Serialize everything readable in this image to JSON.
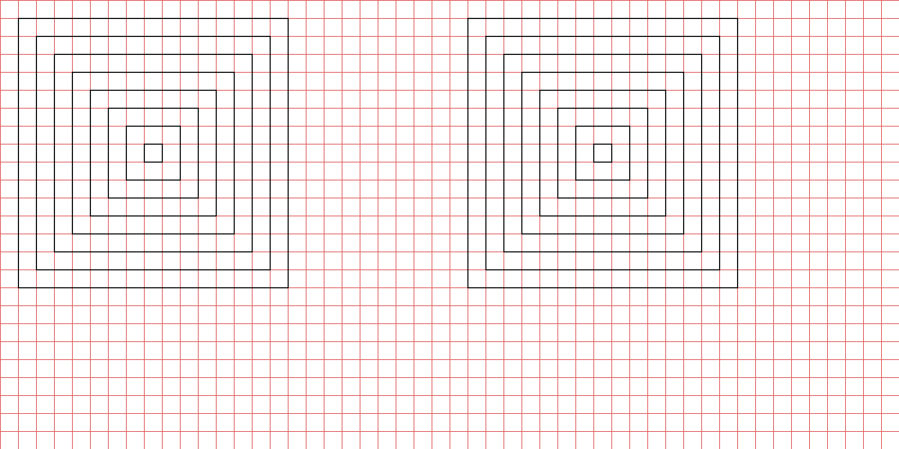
{
  "colors": {
    "background": "#ffffff",
    "grid_line": "#e06060",
    "square_stroke": "#000000"
  },
  "grid": {
    "visible": true
  },
  "figures": [
    {
      "name": "left",
      "nested_squares": 8
    },
    {
      "name": "right",
      "nested_squares": 8
    }
  ]
}
